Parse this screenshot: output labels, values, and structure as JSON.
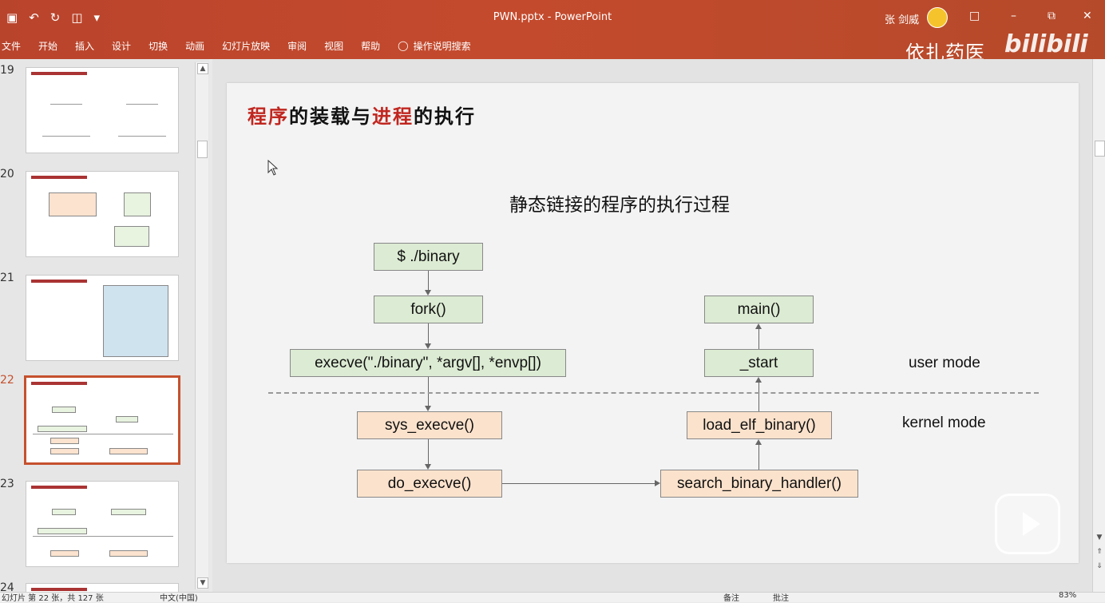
{
  "window": {
    "title": "PWN.pptx  -  PowerPoint",
    "user": "张 剑威"
  },
  "menu": [
    "文件",
    "开始",
    "插入",
    "设计",
    "切换",
    "动画",
    "幻灯片放映",
    "审阅",
    "视图",
    "帮助"
  ],
  "search_label": "操作说明搜索",
  "watermark": {
    "brand": "依扎药医",
    "logo": "bilibili"
  },
  "thumbnails": [
    {
      "num": "19"
    },
    {
      "num": "20"
    },
    {
      "num": "21"
    },
    {
      "num": "22",
      "selected": true
    },
    {
      "num": "23"
    },
    {
      "num": "24"
    }
  ],
  "slide": {
    "title_parts": [
      {
        "text": "程序",
        "red": true
      },
      {
        "text": "的装载与",
        "red": false
      },
      {
        "text": "进程",
        "red": true
      },
      {
        "text": "的执行",
        "red": false
      }
    ],
    "subtitle": "静态链接的程序的执行过程",
    "boxes": {
      "binary": "$ ./binary",
      "fork": "fork()",
      "execve": "execve(\"./binary\", *argv[], *envp[])",
      "sys_execve": "sys_execve()",
      "do_execve": "do_execve()",
      "search": "search_binary_handler()",
      "load": "load_elf_binary()",
      "start": "_start",
      "main": "main()"
    },
    "user_mode": "user mode",
    "kernel_mode": "kernel mode"
  },
  "status": {
    "left": "幻灯片 第 22 张，共 127 张",
    "lang": "中文(中国)",
    "notes": "备注",
    "comments": "批注",
    "zoom": "83%"
  }
}
